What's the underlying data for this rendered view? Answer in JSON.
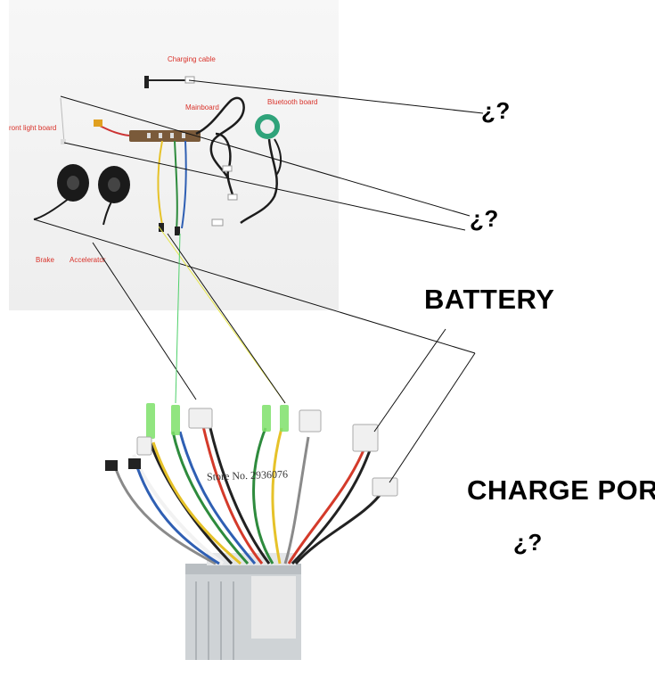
{
  "part_labels": {
    "charging_cable": "Charging cable",
    "mainboard": "Mainboard",
    "bluetooth_board": "Bluetooth board",
    "front_light_board": "ront light board",
    "brake": "Brake",
    "accelerator": "Accelerator"
  },
  "annotations": {
    "q1": "¿?",
    "q2": "¿?",
    "battery": "BATTERY",
    "charge_port": "CHARGE PORT",
    "q3": "¿?"
  },
  "watermark": "Store No. 2936076",
  "colors": {
    "part_label_red": "#d9322a",
    "wire_red": "#d43a2a",
    "wire_black": "#222222",
    "wire_yellow": "#e6c229",
    "wire_green": "#2e8b3d",
    "wire_blue": "#2f5fb3",
    "wire_white": "#f2f2f2",
    "wire_gray": "#8a8a8a",
    "connector_green": "#7ee06a"
  }
}
